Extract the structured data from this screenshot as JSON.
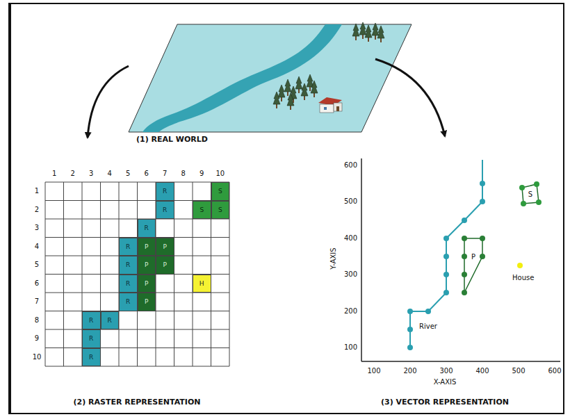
{
  "diagram": {
    "labels": [
      "(1) REAL WORLD",
      "(2) RASTER REPRESENTATION",
      "(3) VECTOR REPRESENTATION",
      "1",
      "2",
      "3",
      "4",
      "5",
      "6",
      "7",
      "8",
      "9",
      "10",
      "1",
      "2",
      "3",
      "4",
      "5",
      "6",
      "7",
      "8",
      "9",
      "10",
      "R",
      "S",
      "R",
      "S",
      "S",
      "R",
      "R",
      "P",
      "P",
      "R",
      "P",
      "P",
      "R",
      "P",
      "H",
      "R",
      "P",
      "R",
      "R",
      "R",
      "R",
      "Y-AXIS",
      "X-AXIS",
      "600",
      "500",
      "400",
      "300",
      "200",
      "100",
      "100",
      "200",
      "300",
      "400",
      "500",
      "600",
      "River",
      "P",
      "S",
      "House"
    ]
  }
}
